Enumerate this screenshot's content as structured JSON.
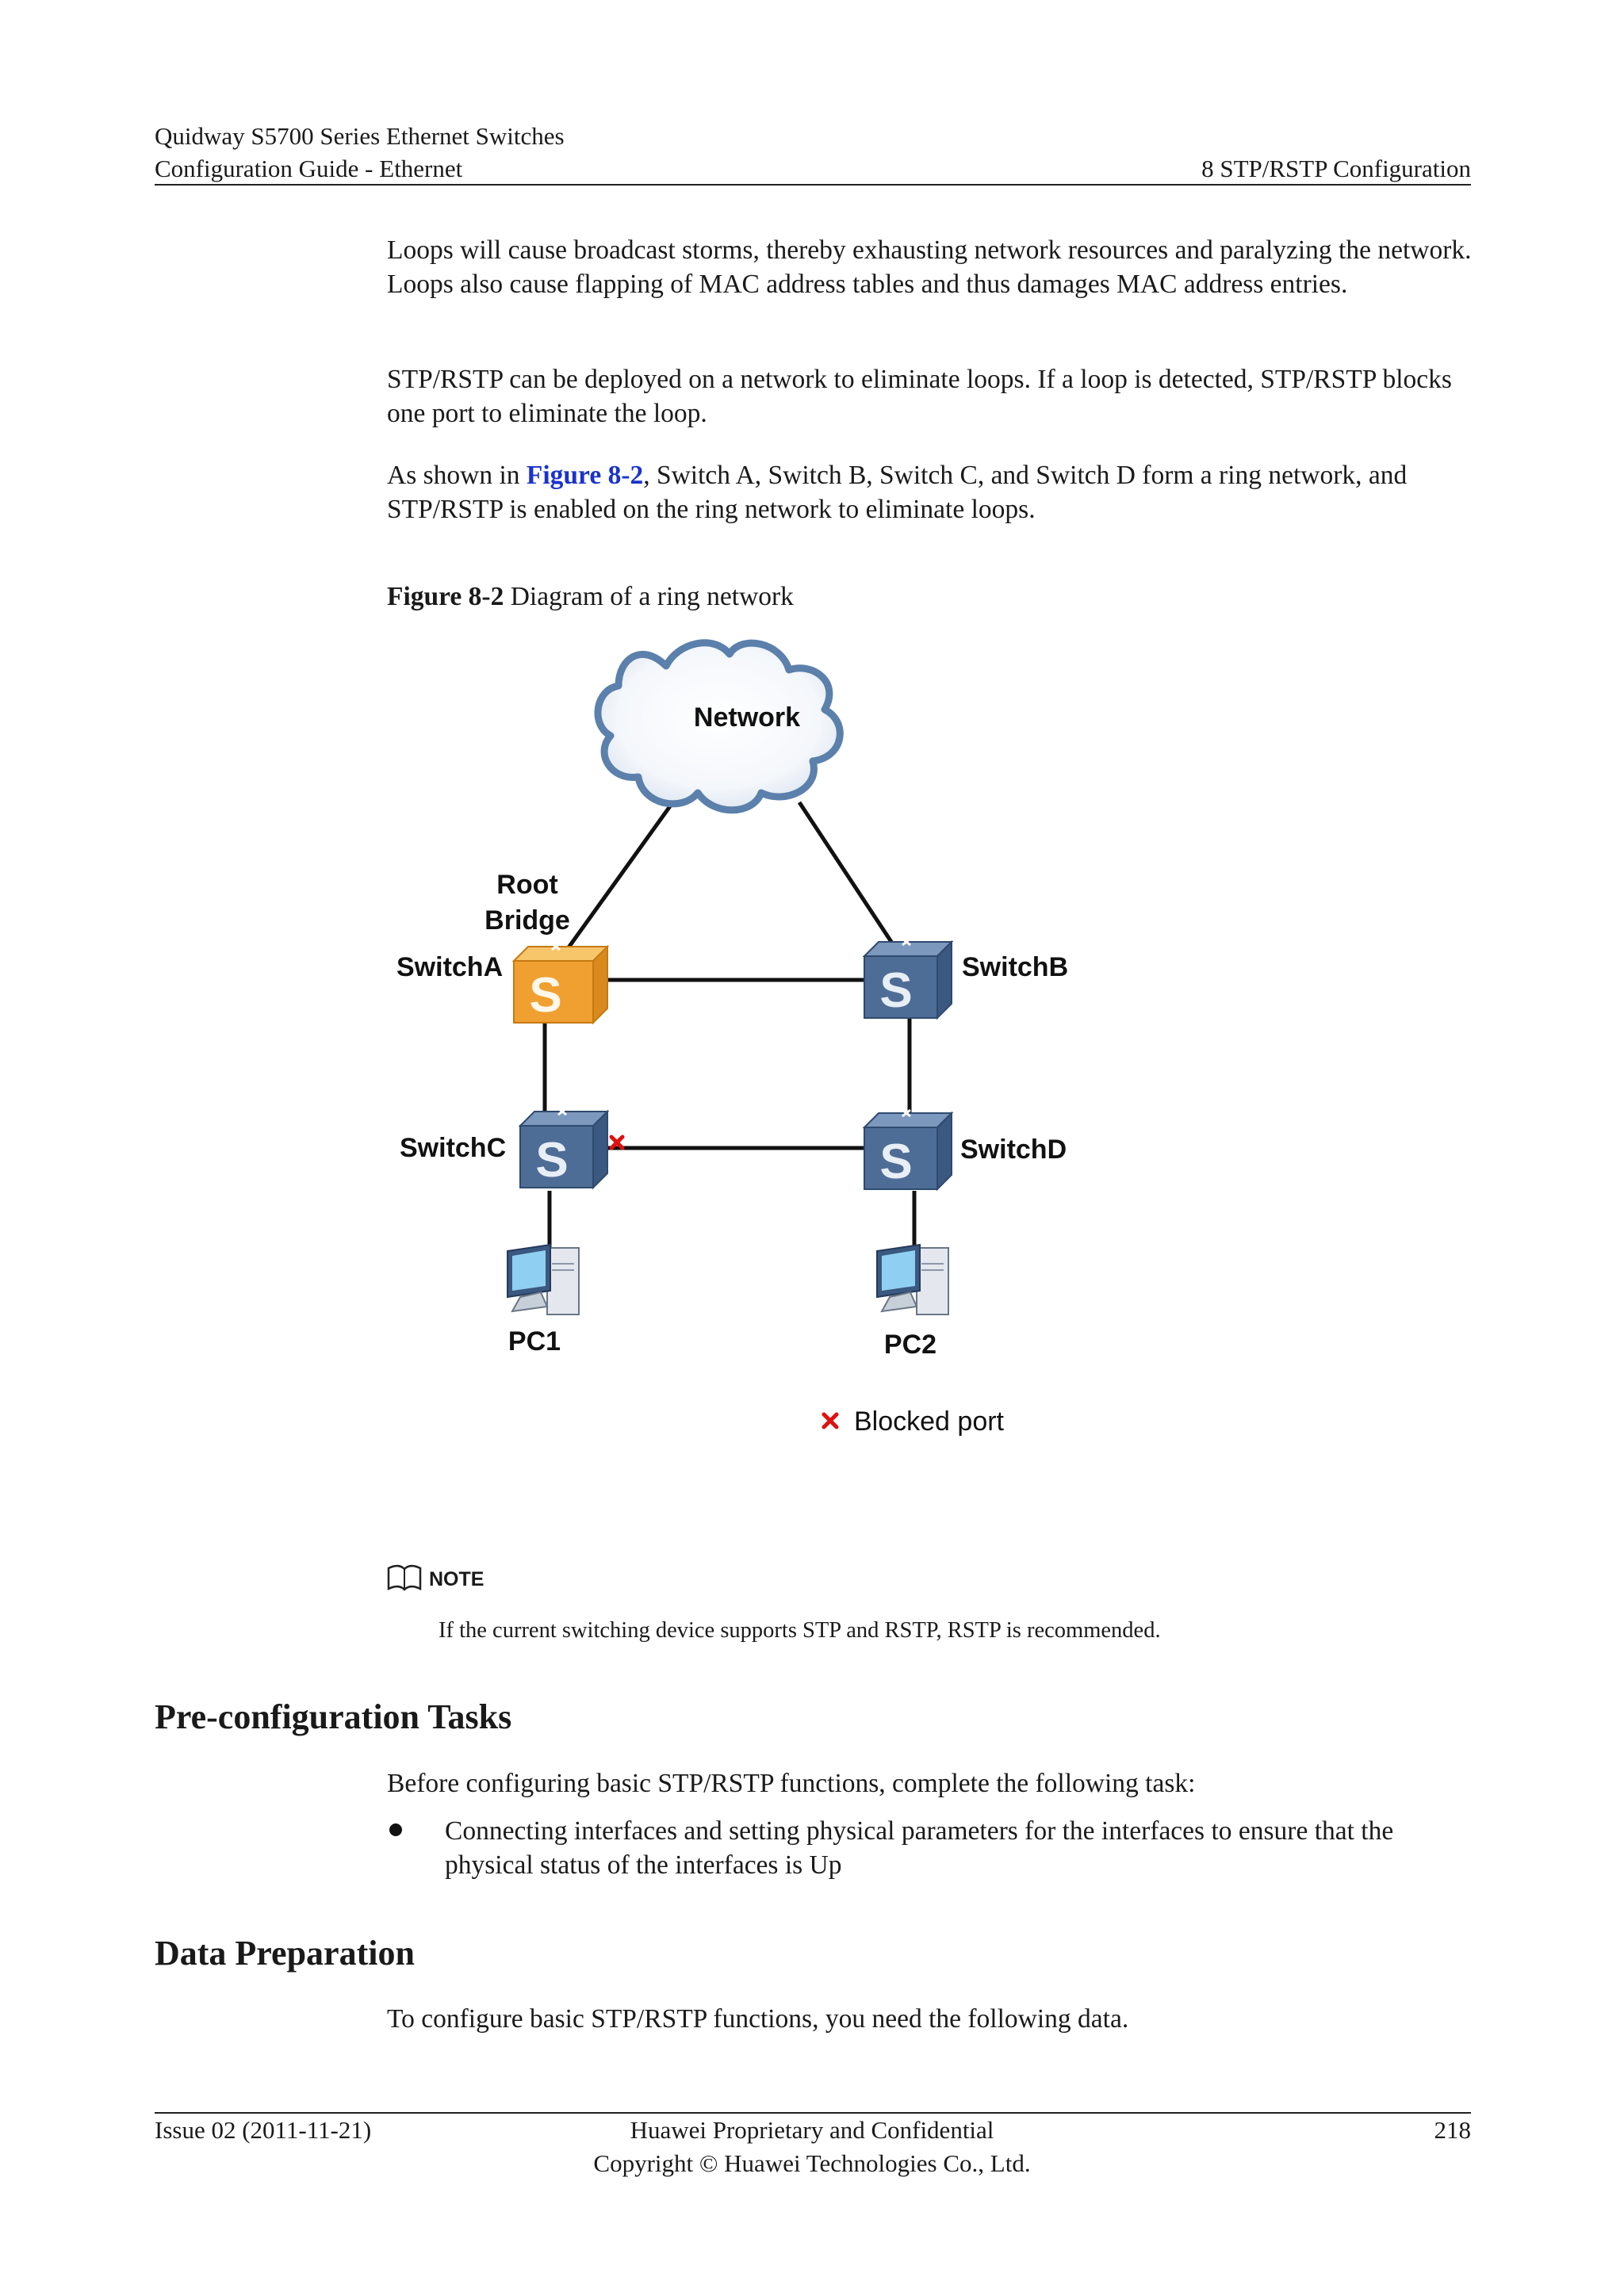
{
  "header": {
    "product": "Quidway S5700 Series Ethernet Switches",
    "guide": "Configuration Guide - Ethernet",
    "chapter": "8 STP/RSTP Configuration"
  },
  "body": {
    "p1": "Loops will cause broadcast storms, thereby exhausting network resources and paralyzing the network. Loops also cause flapping of MAC address tables and thus damages MAC address entries.",
    "p2": "STP/RSTP can be deployed on a network to eliminate loops. If a loop is detected, STP/RSTP blocks one port to eliminate the loop.",
    "p3_before": "As shown in ",
    "p3_link": "Figure 8-2",
    "p3_after": ", Switch A, Switch B, Switch C, and Switch D form a ring network, and STP/RSTP is enabled on the ring network to eliminate loops."
  },
  "figure": {
    "number": "Figure 8-2",
    "title": " Diagram of a ring network",
    "labels": {
      "network": "Network",
      "root_line1": "Root",
      "root_line2": "Bridge",
      "switch_a": "SwitchA",
      "switch_b": "SwitchB",
      "switch_c": "SwitchC",
      "switch_d": "SwitchD",
      "pc1": "PC1",
      "pc2": "PC2",
      "legend_blocked": "Blocked port",
      "switch_glyph": "S"
    },
    "colors": {
      "root_switch": "#f0a030",
      "switch": "#4e6d96",
      "cloud": "#5b80ab",
      "blocked": "#e01010"
    }
  },
  "note": {
    "label": "NOTE",
    "text": "If the current switching device supports STP and RSTP, RSTP is recommended."
  },
  "preconfig": {
    "heading": "Pre-configuration Tasks",
    "intro": "Before configuring basic STP/RSTP functions, complete the following task:",
    "bullet_line1": "Connecting interfaces and setting physical parameters for the interfaces to ensure that the",
    "bullet_line2": "physical status of the interfaces is Up"
  },
  "data_prep": {
    "heading": "Data Preparation",
    "intro": "To configure basic STP/RSTP functions, you need the following data."
  },
  "footer": {
    "issue": "Issue 02 (2011-11-21)",
    "confidential": "Huawei Proprietary and Confidential",
    "copyright": "Copyright © Huawei Technologies Co., Ltd.",
    "page": "218"
  }
}
